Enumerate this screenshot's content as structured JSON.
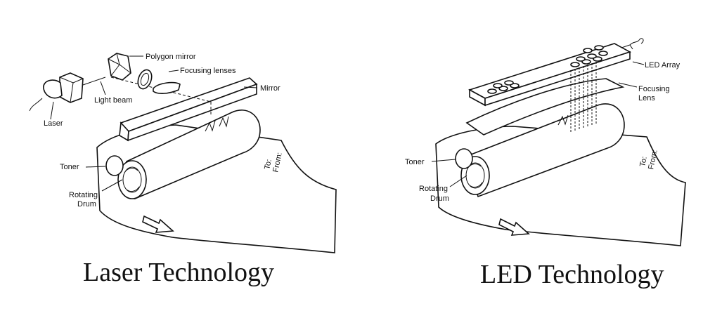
{
  "laser": {
    "caption": "Laser Technology",
    "labels": {
      "polygon_mirror": "Polygon mirror",
      "focusing_lenses": "Focusing lenses",
      "mirror": "Mirror",
      "laser": "Laser",
      "light_beam": "Light beam",
      "toner": "Toner",
      "rotating": "Rotating",
      "drum": "Drum"
    },
    "paper": {
      "to": "To:",
      "from": "From:"
    }
  },
  "led": {
    "caption": "LED Technology",
    "labels": {
      "led_array": "LED Array",
      "focusing": "Focusing",
      "lens": "Lens",
      "toner": "Toner",
      "rotating": "Rotating",
      "drum": "Drum"
    },
    "paper": {
      "to": "To:",
      "from": "From:"
    }
  }
}
